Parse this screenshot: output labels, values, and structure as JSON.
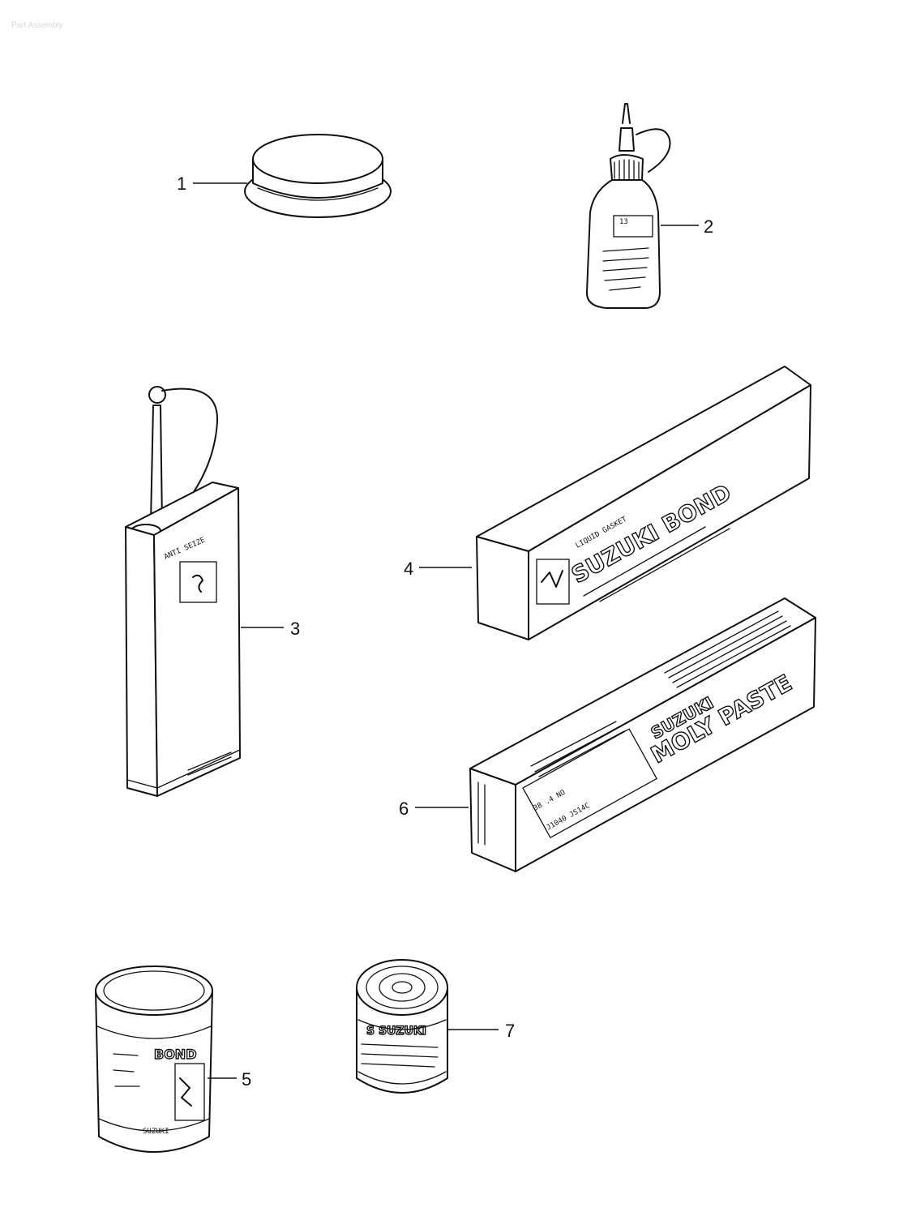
{
  "watermark": "Part Assembly",
  "callouts": {
    "part1": "1",
    "part2": "2",
    "part3": "3",
    "part4": "4",
    "part5": "5",
    "part6": "6",
    "part7": "7"
  },
  "packaging": {
    "bond_box": {
      "subtitle": "LIQUID GASKET",
      "brand": "SUZUKI BOND"
    },
    "paste_box": {
      "brand": "SUZUKI",
      "product": "MOLY PASTE"
    },
    "can5_label": "BOND",
    "can7_label": "S SUZUKI"
  },
  "colors": {
    "ink": "#111111",
    "paper": "#ffffff"
  }
}
